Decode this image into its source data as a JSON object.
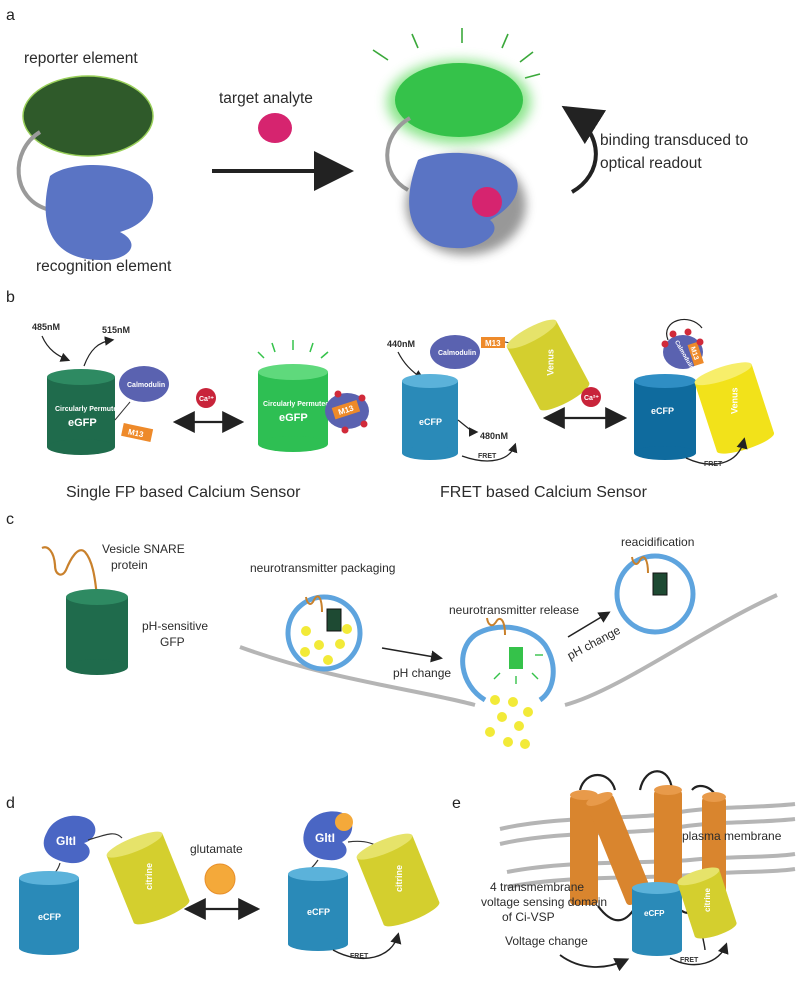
{
  "panels": {
    "a": "a",
    "b": "b",
    "c": "c",
    "d": "d",
    "e": "e"
  },
  "panel_a": {
    "reporter": "reporter element",
    "analyte": "target analyte",
    "recognition": "recognition element",
    "binding_line1": "binding transduced to",
    "binding_line2": "optical readout"
  },
  "panel_b": {
    "ex1": "485nM",
    "em1": "515nM",
    "calmodulin": "Calmodulin",
    "cp_line": "Circularly Permuted",
    "egfp": "eGFP",
    "m13": "M13",
    "ca": "Ca²⁺",
    "ex2": "440nM",
    "ecfp": "eCFP",
    "venus": "Venus",
    "em2": "480nM",
    "fret": "FRET",
    "caption_single": "Single FP based Calcium Sensor",
    "caption_fret": "FRET based Calcium Sensor"
  },
  "panel_c": {
    "snare_line1": "Vesicle SNARE",
    "snare_line2": "protein",
    "ph_line1": "pH-sensitive",
    "ph_line2": "GFP",
    "packaging": "neurotransmitter packaging",
    "release": "neurotransmitter release",
    "reacid": "reacidification",
    "ph_change": "pH change"
  },
  "panel_d": {
    "glt": "GltI",
    "citrine": "citrine",
    "ecfp": "eCFP",
    "glutamate": "glutamate",
    "fret": "FRET"
  },
  "panel_e": {
    "plasma": "plasma membrane",
    "tm_line1": "4 transmembrane",
    "tm_line2": "voltage sensing domain",
    "tm_line3": "of Ci-VSP",
    "voltage": "Voltage change",
    "ecfp": "eCFP",
    "citrine": "citrine",
    "fret": "FRET"
  },
  "colors": {
    "dark_green": "#2f5a2a",
    "bright_green": "#35c24a",
    "recog_blue": "#5a74c4",
    "analyte_pink": "#d6246f",
    "teal_green": "#1f6b4c",
    "ecfp_blue": "#2a8ab8",
    "citrine_yellow": "#d4cf2e",
    "venus_yellow": "#f2e21a",
    "m13_orange": "#ee8a2a",
    "tm_orange": "#d9852e",
    "vesicle_blue": "#5ea4de",
    "membrane_gray": "#a8a8a8"
  }
}
